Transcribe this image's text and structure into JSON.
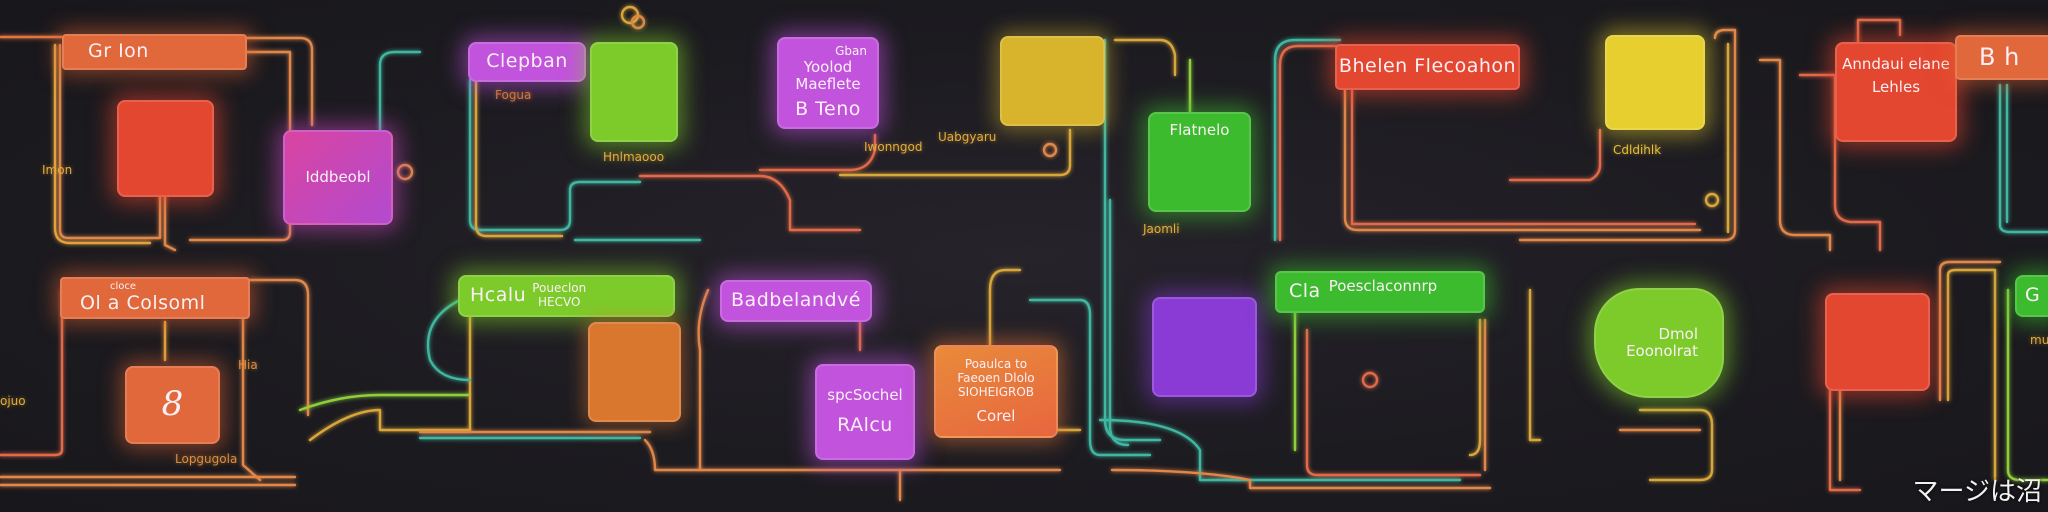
{
  "diagram": {
    "nodes": {
      "top_left_header": {
        "label": "Gr Ion",
        "color": "#e3572f"
      },
      "top_left_block": {
        "color": "#e3472f"
      },
      "magenta_block": {
        "label": "Iddbeobl",
        "color": "#d944a0"
      },
      "clepban_header": {
        "label": "Clepban",
        "color": "#c153dc"
      },
      "lime_block": {
        "color": "#7ccb2a"
      },
      "purple_note": {
        "lines": [
          "Gban",
          "Yoolod",
          "Maeflete",
          "B Teno"
        ],
        "color": "#c153dc"
      },
      "gold_block": {
        "color": "#d7b42c"
      },
      "green_block": {
        "label": "Flatnelo",
        "color": "#3dbb2e"
      },
      "red_header_mid": {
        "label": "Bhelen Flecoahon",
        "color": "#e3472f"
      },
      "yellow_block": {
        "color": "#e6cf2e"
      },
      "red_note_right": {
        "lines": [
          "Anndaui elane",
          "Lehles"
        ],
        "color": "#e3472f"
      },
      "right_edge_header": {
        "label": "B h",
        "color": "#e8603e"
      },
      "bottom_left_header": {
        "label": "Ol a Colsoml",
        "sub": "cloce",
        "color": "#e0683a"
      },
      "bottom_left_block": {
        "label": "8",
        "color": "#e0683a"
      },
      "lime_header_bottom": {
        "label": "Hcalu",
        "lines": [
          "Poueclon",
          "HECVO"
        ],
        "color": "#7ccb2a"
      },
      "amber_block": {
        "color": "#d9772e"
      },
      "badbelandve_header": {
        "label": "Badbelandvé",
        "color": "#c153dc"
      },
      "purple_block_bottom": {
        "lines": [
          "spcSochel",
          "RAlcu"
        ],
        "color": "#c153dc"
      },
      "orange_note": {
        "lines": [
          "Poaulca to",
          "Faeoen Dlolo",
          "SIOHEIGROB"
        ],
        "footer": "Corel",
        "color": "#e98a3a"
      },
      "violet_block": {
        "color": "#8a3bd6"
      },
      "green_header_bottom": {
        "label": "Cla",
        "sub": "Poesclaconnrp",
        "color": "#3dbb2e"
      },
      "green_blob": {
        "lines": [
          "Dmol",
          "Eoonolrat"
        ],
        "color": "#7ccb2a"
      },
      "red_block_bottom": {
        "color": "#e3472f"
      },
      "right_edge_green": {
        "label": "G",
        "color": "#3dbb2e"
      }
    },
    "labels": [
      "Imon",
      "Fogua",
      "Hnlmaooo",
      "Iwonngod",
      "Uabgyaru",
      "Jaomli",
      "Cdldihlk",
      "Lopgugola",
      "Hia",
      "ojuo",
      "mu"
    ],
    "wire_colors": [
      "#e0874a",
      "#d9a63a",
      "#3fb7a0",
      "#8fcf3a",
      "#e36a4a"
    ]
  },
  "watermark": "マージは沼"
}
